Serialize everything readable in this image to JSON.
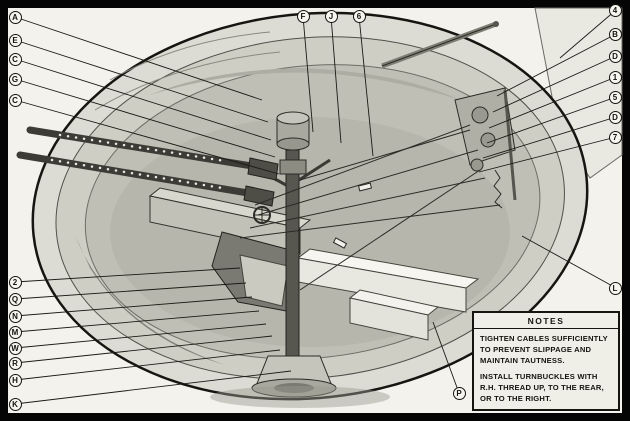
{
  "colors": {
    "matte": "#050505",
    "paper": "#f3f2ec",
    "ink": "#15140f"
  },
  "callouts": {
    "left_top": [
      {
        "label": "A"
      },
      {
        "label": "E"
      },
      {
        "label": "C"
      },
      {
        "label": "G"
      },
      {
        "label": "C"
      }
    ],
    "left_bottom": [
      {
        "label": "2"
      },
      {
        "label": "Q"
      },
      {
        "label": "N"
      },
      {
        "label": "M"
      },
      {
        "label": "W"
      },
      {
        "label": "R"
      },
      {
        "label": "H"
      },
      {
        "label": "K"
      }
    ],
    "top": [
      {
        "label": "F"
      },
      {
        "label": "J"
      },
      {
        "label": "6"
      }
    ],
    "right_top": [
      {
        "label": "4"
      },
      {
        "label": "B"
      },
      {
        "label": "D"
      },
      {
        "label": "1"
      },
      {
        "label": "5"
      },
      {
        "label": "D"
      },
      {
        "label": "7"
      }
    ],
    "right_bottom": [
      {
        "label": "L"
      }
    ],
    "bottom": [
      {
        "label": "P"
      }
    ]
  },
  "notes": {
    "title": "NOTES",
    "lines": [
      "TIGHTEN CABLES SUFFICIENTLY TO PREVENT SLIPPAGE AND MAINTAIN TAUTNESS.",
      "INSTALL TURNBUCKLES WITH R.H. THREAD UP, TO THE REAR, OR TO THE RIGHT."
    ]
  }
}
